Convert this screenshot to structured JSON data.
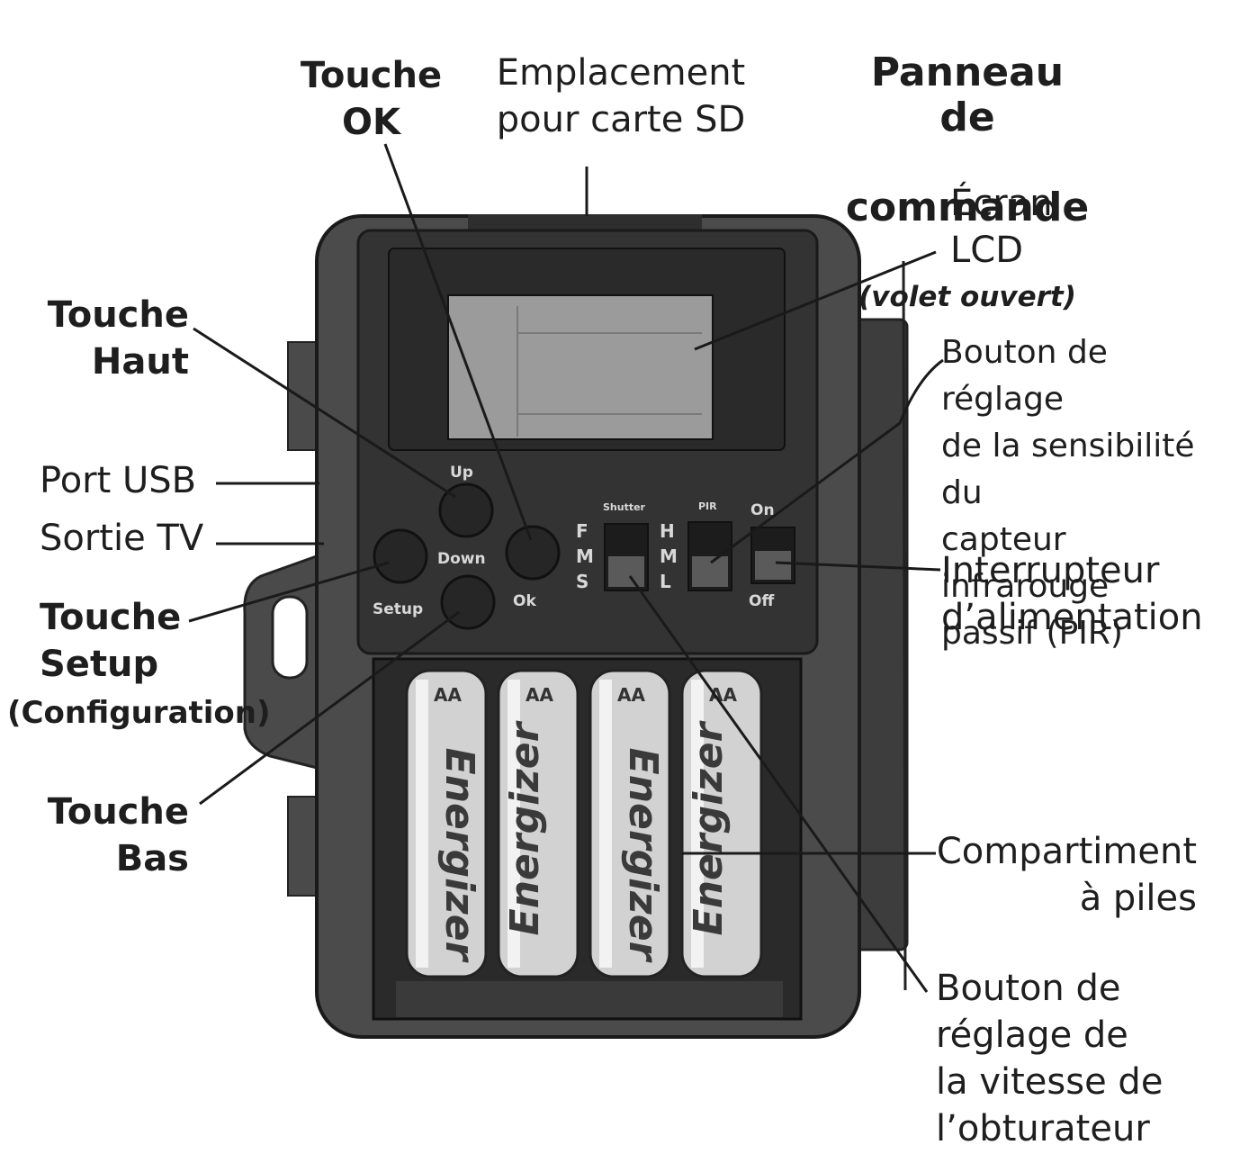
{
  "panel_title": {
    "line1": "Panneau de",
    "line2": "commande",
    "subtitle": "(volet ouvert)"
  },
  "labels": {
    "touche_ok": "Touche\nOK",
    "sd_slot": "Emplacement\npour carte SD",
    "lcd": "Écran\nLCD",
    "touche_haut": "Touche\nHaut",
    "pir_knob": "Bouton de réglage\nde la sensibilité du\ncapteur infrarouge\npassif (PIR)",
    "usb": "Port USB",
    "tv": "Sortie TV",
    "power": "Interrupteur\nd’alimentation",
    "touche_setup": "Touche\nSetup",
    "configuration": "(Configuration)",
    "touche_bas": "Touche\nBas",
    "battery": "Compartiment\nà piles",
    "shutter_knob": "Bouton de\nréglage de\nla vitesse de\nl’obturateur"
  },
  "device": {
    "buttons": {
      "up": "Up",
      "down": "Down",
      "setup": "Setup",
      "ok": "Ok"
    },
    "switch_headers": {
      "shutter": "Shutter",
      "pir": "PIR",
      "on": "On"
    },
    "shutter_scale": [
      "F",
      "M",
      "S"
    ],
    "pir_scale": [
      "H",
      "M",
      "L"
    ],
    "off": "Off",
    "battery_brand": "Energizer",
    "battery_size": "AA",
    "battery_count": 4
  }
}
